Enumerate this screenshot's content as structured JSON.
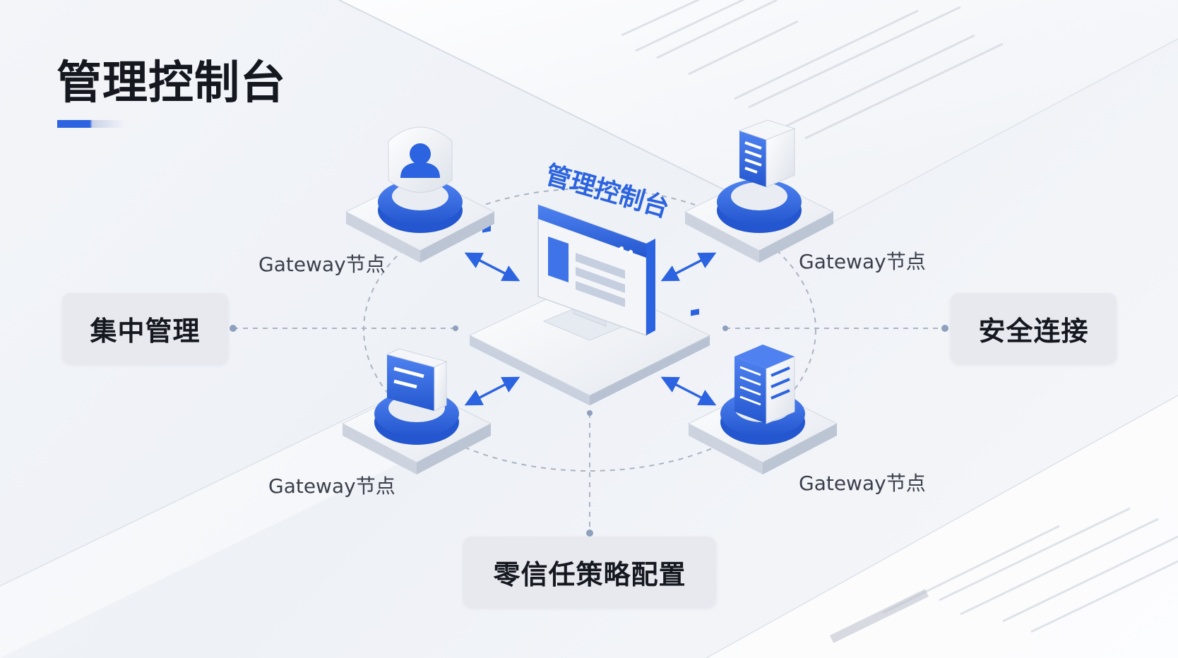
{
  "slide": {
    "title": "管理控制台"
  },
  "diagram": {
    "center": {
      "label": "管理控制台",
      "icon": "monitor-console-icon"
    },
    "nodes": [
      {
        "label": "Gateway节点",
        "icon": "user-avatar-icon"
      },
      {
        "label": "Gateway节点",
        "icon": "document-shield-icon"
      },
      {
        "label": "Gateway节点",
        "icon": "list-card-icon"
      },
      {
        "label": "Gateway节点",
        "icon": "server-rack-icon"
      }
    ],
    "features": {
      "left": "集中管理",
      "right": "安全连接",
      "bottom": "零信任策略配置"
    }
  },
  "colors": {
    "accent": "#2b63e0",
    "accent_light": "#4f82f0",
    "platform": "#e9ecf2",
    "text": "#15181f",
    "label_bg": "#e7e9ef"
  }
}
